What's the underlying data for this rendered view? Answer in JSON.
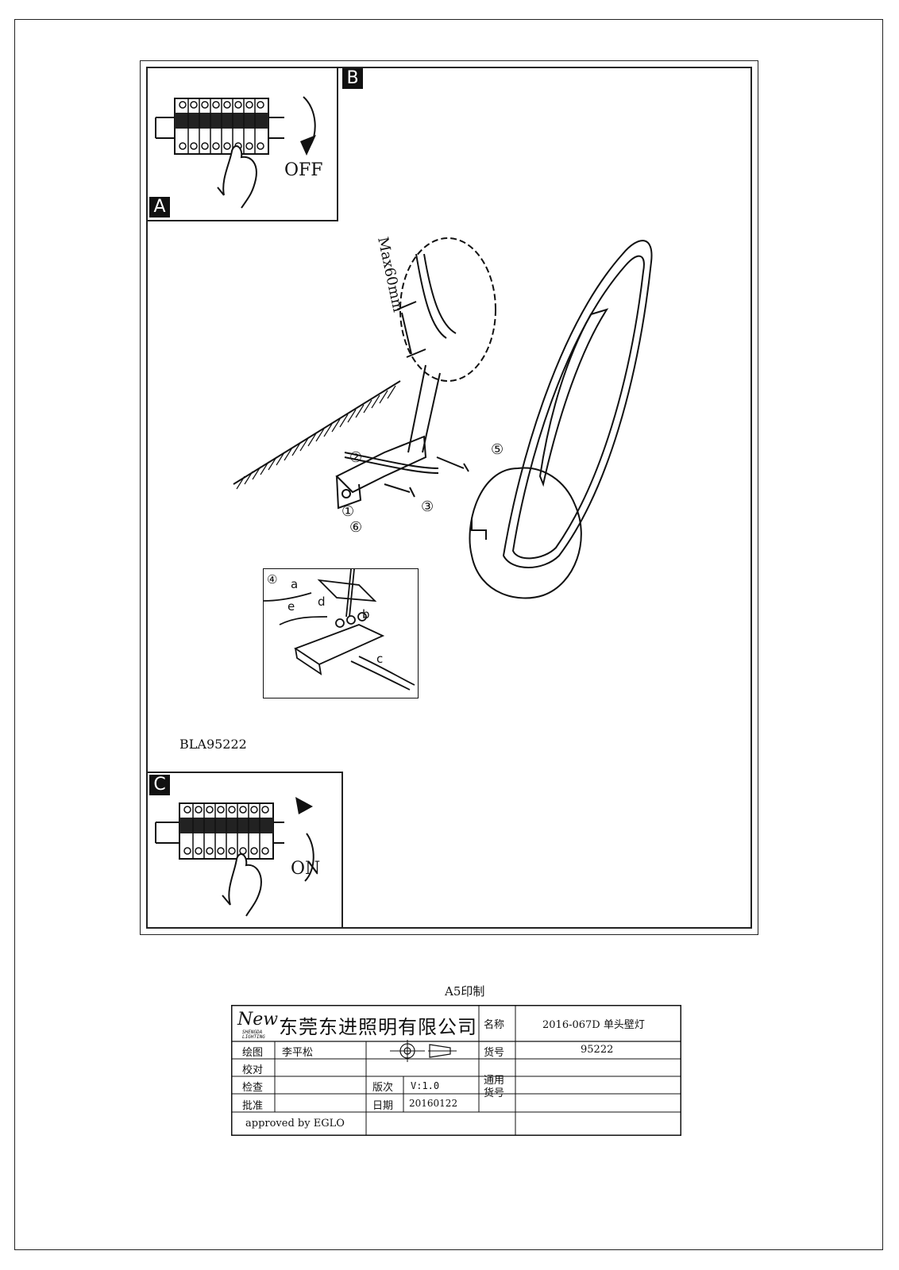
{
  "panels": {
    "a": {
      "tag": "A",
      "switch_label": "OFF"
    },
    "b": {
      "tag": "B"
    },
    "c": {
      "tag": "C",
      "switch_label": "ON"
    }
  },
  "diagram": {
    "strip_length_label": "Max60mm",
    "steps": [
      "①",
      "②",
      "③",
      "⑤",
      "⑥"
    ],
    "detail": {
      "step": "④",
      "letters": [
        "a",
        "b",
        "c",
        "d",
        "e"
      ]
    }
  },
  "model_code": "BLA95222",
  "print_note": "A5印制",
  "title_block": {
    "logo": {
      "mark": "New",
      "sub1": "SHENGDA",
      "sub2": "LIGHTING"
    },
    "company": "东莞东进照明有限公司",
    "name_label": "名称",
    "name_value": "2016-067D 单头壁灯",
    "drawn_label": "绘图",
    "drawn_value": "李平松",
    "item_no_label": "货号",
    "item_no_value": "95222",
    "check_label": "校对",
    "inspect_label": "检查",
    "approve_label": "批准",
    "version_label": "版次",
    "version_value": "V:1.0",
    "date_label": "日期",
    "date_value": "20160122",
    "general_item_label_1": "通用",
    "general_item_label_2": "货号",
    "approved_by": "approved by EGLO"
  }
}
